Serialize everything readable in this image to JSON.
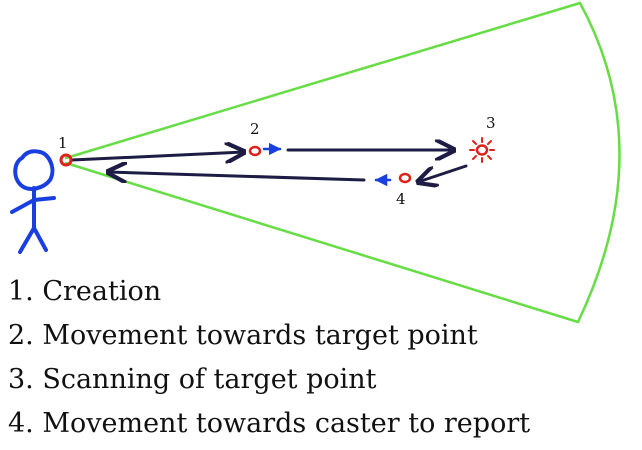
{
  "diagram": {
    "markers": [
      "1",
      "2",
      "3",
      "4"
    ],
    "legend": [
      "1. Creation",
      "2. Movement towards target point",
      "3. Scanning of target point",
      "4. Movement towards caster to report"
    ],
    "colors": {
      "cone": "#66dd44",
      "figure": "#1a3fe0",
      "arrows": "#1c1c44",
      "probe": "#e0201a",
      "direction": "#1a3fe0"
    },
    "icons": [
      "stick-figure-icon",
      "probe-icon",
      "scan-burst-icon",
      "arrow-icon"
    ]
  }
}
